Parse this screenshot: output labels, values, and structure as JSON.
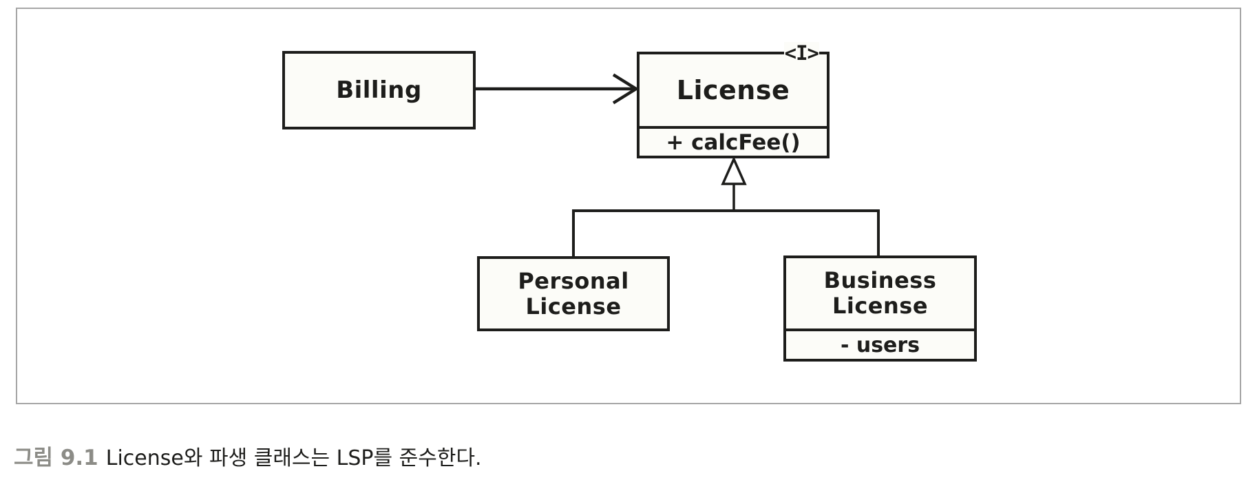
{
  "figure": {
    "classes": {
      "billing": {
        "name": "Billing"
      },
      "license": {
        "stereotype": "<I>",
        "name": "License",
        "members": {
          "method": "+ calcFee()"
        }
      },
      "personal_license": {
        "name_line1": "Personal",
        "name_line2": "License"
      },
      "business_license": {
        "name_line1": "Business",
        "name_line2": "License",
        "members": {
          "attribute": "- users"
        }
      }
    },
    "relationships": [
      {
        "type": "association",
        "from": "Billing",
        "to": "License"
      },
      {
        "type": "inheritance",
        "from": "Personal License",
        "to": "License"
      },
      {
        "type": "inheritance",
        "from": "Business License",
        "to": "License"
      }
    ]
  },
  "caption": {
    "label": "그림 9.1",
    "text": "License와 파생 클래스는 LSP를 준수한다."
  },
  "colors": {
    "line": "#1d1d1b",
    "box_fill": "#fcfcf8",
    "panel_border": "#a6a6a6",
    "caption_label": "#8c8c87",
    "caption_text": "#1d1d1b"
  }
}
